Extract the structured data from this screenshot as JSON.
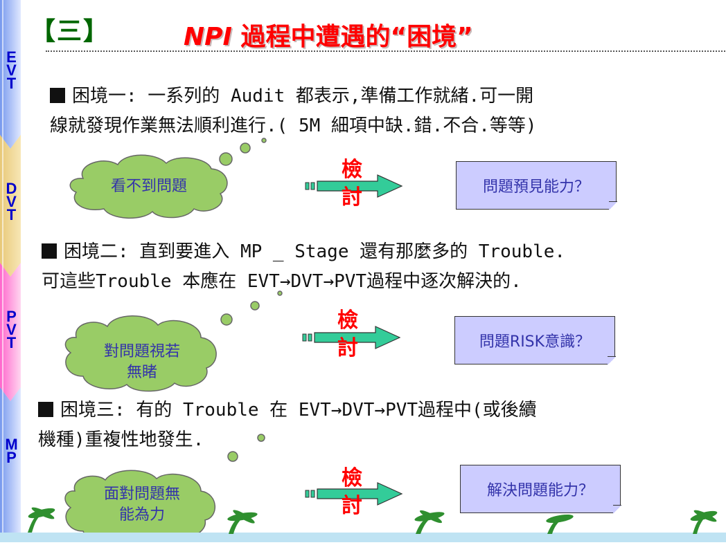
{
  "stages": [
    "EVT",
    "DVT",
    "PVT",
    "MP"
  ],
  "header": {
    "section_number": "【三】",
    "title_en": "NPI",
    "title_zh": "過程中遭遇的“困境”"
  },
  "dilemmas": [
    {
      "line1": "困境一: 一系列的 Audit 都表示,準備工作就緒.可一開",
      "line2": "線就發現作業無法順利進行.( 5M 細項中缺.錯.不合.等等)"
    },
    {
      "line1": "困境二: 直到要進入 MP _ Stage 還有那麼多的 Trouble.",
      "line2": "可這些Trouble 本應在 EVT→DVT→PVT過程中逐次解決的."
    },
    {
      "line1": "困境三: 有的 Trouble 在 EVT→DVT→PVT過程中(或後續",
      "line2": "機種)重複性地發生."
    }
  ],
  "clouds": [
    {
      "text": "看不到問題"
    },
    {
      "text1": "對問題視若",
      "text2": "無睹"
    },
    {
      "text1": "面對問題無",
      "text2": "能為力"
    }
  ],
  "review_label": {
    "c1": "檢",
    "c2": "討"
  },
  "boxes": [
    {
      "text": "問題預見能力？"
    },
    {
      "text": "問題RISK意識？"
    },
    {
      "text": "解決問題能力？"
    }
  ],
  "colors": {
    "title": "#ff0000",
    "section": "#006600",
    "box_fill": "#ccccff",
    "cloud_fill": "#99cc66",
    "arrow_fill": "#33cc99",
    "stage_text": "#0000cc"
  }
}
